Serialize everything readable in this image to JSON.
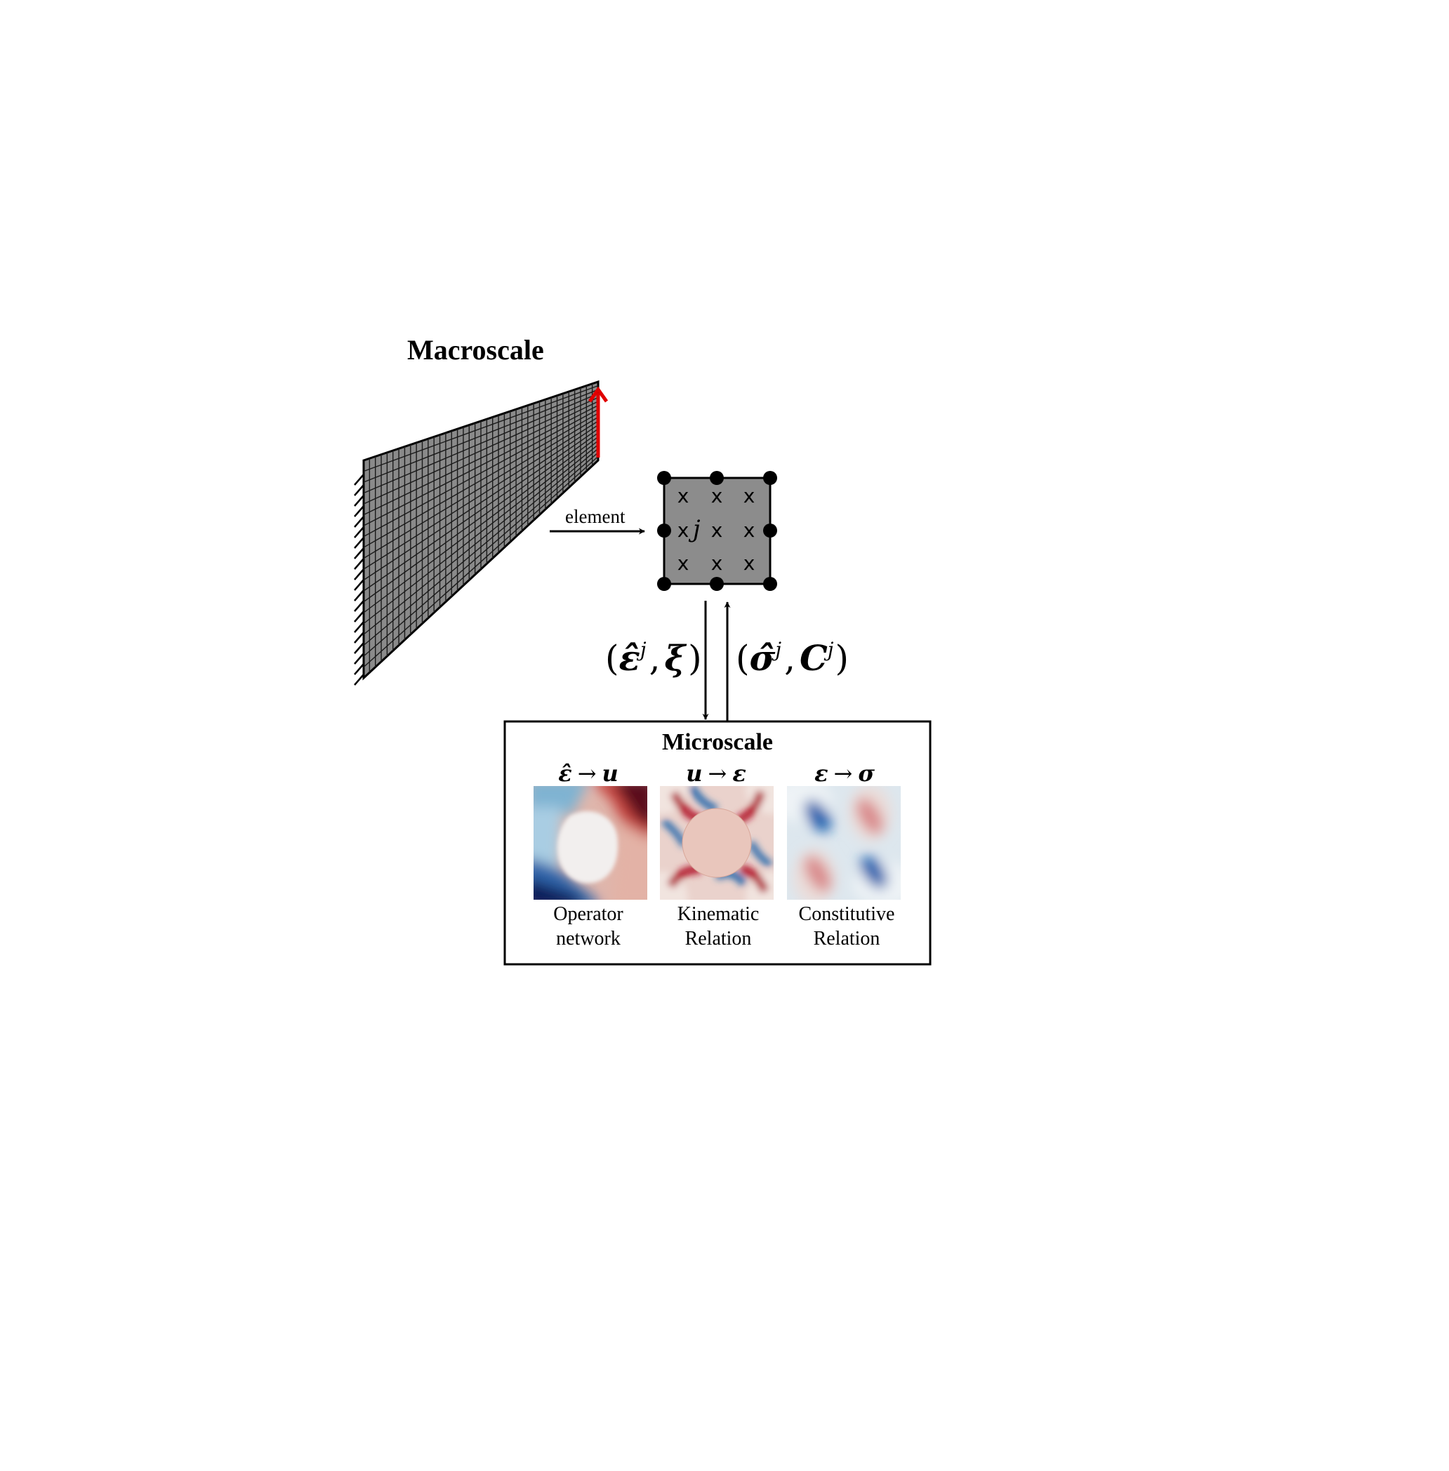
{
  "macroscale": {
    "title": "Macroscale"
  },
  "element_arrow": {
    "label": "element"
  },
  "element": {
    "gauss_mark": "x",
    "center_label": "j"
  },
  "downward_pair": {
    "open": "(",
    "strain_hat": "ε̂",
    "superscript": "j",
    "comma": ",",
    "xi": "ξ",
    "close": ")"
  },
  "upward_pair": {
    "open": "(",
    "stress_hat": "σ̂",
    "superscript_1": "j",
    "comma": ",",
    "tangent": "C",
    "superscript_2": "j",
    "close": ")"
  },
  "microscale": {
    "title": "Microscale",
    "panels": [
      {
        "heading_from": "ε̂",
        "heading_arrow": "→",
        "heading_to": "u",
        "label_line1": "Operator",
        "label_line2": "network"
      },
      {
        "heading_from": "u",
        "heading_arrow": "→",
        "heading_to": "ε",
        "label_line1": "Kinematic",
        "label_line2": "Relation"
      },
      {
        "heading_from": "ε",
        "heading_arrow": "→",
        "heading_to": "σ",
        "label_line1": "Constitutive",
        "label_line2": "Relation"
      }
    ]
  },
  "colors": {
    "mesh_fill": "#8a8a8a",
    "mesh_lines": "#1a1a1a",
    "load_arrow": "#e00000",
    "element_fill": "#8c8c8c",
    "field_red": "#b2182b",
    "field_blue": "#2166ac",
    "field_dark_blue": "#0b1f5c",
    "field_pale": "#f7e3dc"
  },
  "icons": {
    "load": "load-arrow-icon",
    "clamp": "fixed-support-icon"
  }
}
